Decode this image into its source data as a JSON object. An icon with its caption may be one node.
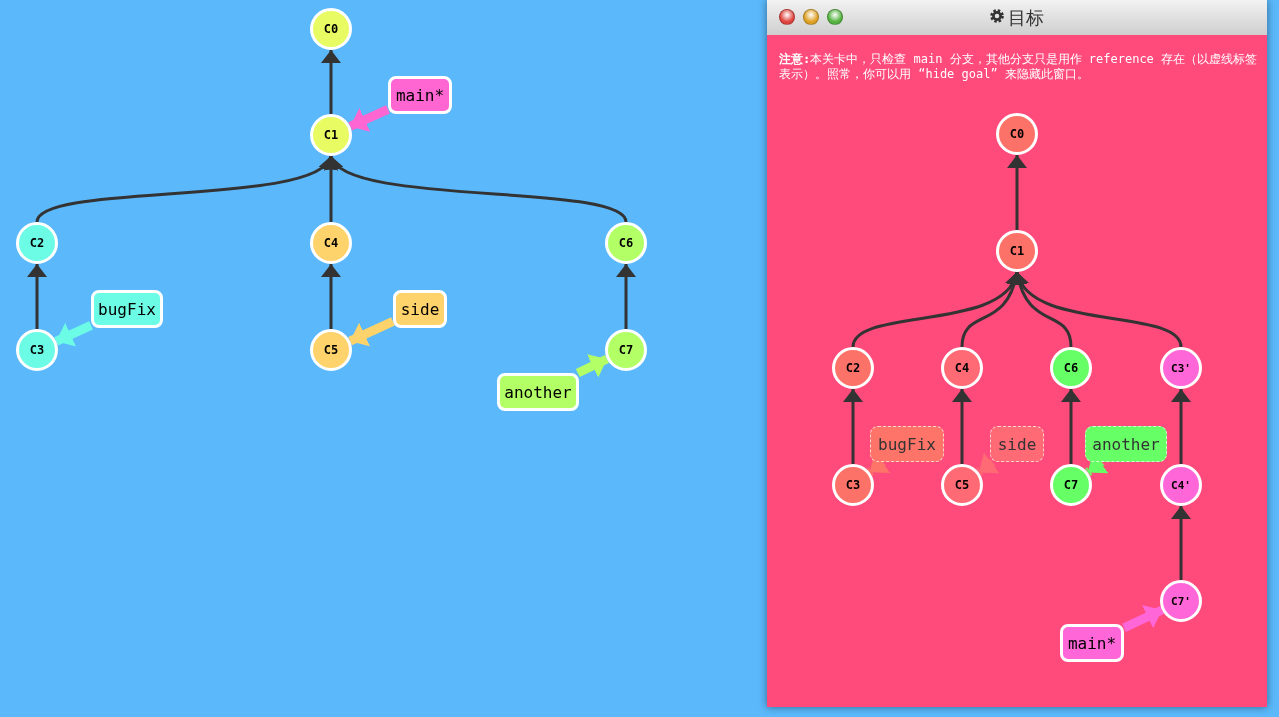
{
  "diagram": {
    "nodes": [
      {
        "text": [
          "C0"
        ]
      },
      {
        "text": [
          "C1"
        ]
      },
      {
        "text": [
          "C2"
        ]
      },
      {
        "text": [
          "C4"
        ]
      },
      {
        "text": [
          "C6"
        ]
      },
      {
        "text": [
          "C3"
        ]
      },
      {
        "text": [
          "C5"
        ]
      },
      {
        "text": [
          "C7"
        ]
      },
      {
        "text": [
          "main*"
        ]
      },
      {
        "text": [
          "bugFix"
        ]
      },
      {
        "text": [
          "side"
        ]
      },
      {
        "text": [
          "another"
        ]
      },
      {
        "text": [
          "目标",
          "**注意:**本关卡中，只检查 main 分支，其他分支只是用作 reference 存在（以虚线标签表示）。照常，你可以用 “hide goal” 来隐藏此窗口。"
        ]
      },
      {
        "text": [
          "C0"
        ],
        "in": 12
      },
      {
        "text": [
          "C1"
        ],
        "in": 12
      },
      {
        "text": [
          "C2"
        ],
        "in": 12
      },
      {
        "text": [
          "C4"
        ],
        "in": 12
      },
      {
        "text": [
          "C6"
        ],
        "in": 12
      },
      {
        "text": [
          "C3'"
        ],
        "in": 12
      },
      {
        "text": [
          "C3"
        ],
        "in": 12
      },
      {
        "text": [
          "C5"
        ],
        "in": 12
      },
      {
        "text": [
          "C7"
        ],
        "in": 12
      },
      {
        "text": [
          "C4'"
        ],
        "in": 12
      },
      {
        "text": [
          "C7'"
        ],
        "in": 12
      },
      {
        "text": [
          "bugFix"
        ],
        "in": 12
      },
      {
        "text": [
          "side"
        ],
        "in": 12
      },
      {
        "text": [
          "another"
        ],
        "in": 12
      },
      {
        "text": [
          "main*"
        ],
        "in": 12
      }
    ],
    "edges": [
      {
        "from": 1,
        "to": 0,
        "arrow": "to"
      },
      {
        "from": 2,
        "to": 1,
        "arrow": "to"
      },
      {
        "from": 3,
        "to": 1,
        "arrow": "to"
      },
      {
        "from": 4,
        "to": 1,
        "arrow": "to"
      },
      {
        "from": 5,
        "to": 2,
        "arrow": "to"
      },
      {
        "from": 6,
        "to": 3,
        "arrow": "to"
      },
      {
        "from": 7,
        "to": 4,
        "arrow": "to"
      },
      {
        "from": 8,
        "to": 1,
        "arrow": "to",
        "style": "thick",
        "color": "#ff66d1"
      },
      {
        "from": 9,
        "to": 5,
        "arrow": "to",
        "style": "thick",
        "color": "#6cfce6"
      },
      {
        "from": 10,
        "to": 6,
        "arrow": "to",
        "style": "thick",
        "color": "#ffd36b"
      },
      {
        "from": 11,
        "to": 7,
        "arrow": "to",
        "style": "thick",
        "color": "#b2ff66"
      },
      {
        "from": 14,
        "to": 13,
        "arrow": "to"
      },
      {
        "from": 15,
        "to": 14,
        "arrow": "to"
      },
      {
        "from": 16,
        "to": 14,
        "arrow": "to"
      },
      {
        "from": 17,
        "to": 14,
        "arrow": "to"
      },
      {
        "from": 18,
        "to": 14,
        "arrow": "to"
      },
      {
        "from": 19,
        "to": 15,
        "arrow": "to"
      },
      {
        "from": 20,
        "to": 16,
        "arrow": "to"
      },
      {
        "from": 21,
        "to": 17,
        "arrow": "to"
      },
      {
        "from": 22,
        "to": 18,
        "arrow": "to"
      },
      {
        "from": 23,
        "to": 22,
        "arrow": "to"
      },
      {
        "from": 24,
        "to": 19,
        "arrow": "to",
        "style": "dashed",
        "color": "#ff7468"
      },
      {
        "from": 25,
        "to": 20,
        "arrow": "to",
        "style": "dashed",
        "color": "#ff6a75"
      },
      {
        "from": 26,
        "to": 21,
        "arrow": "to",
        "style": "dashed",
        "color": "#66ff66"
      },
      {
        "from": 27,
        "to": 23,
        "arrow": "to",
        "style": "thick",
        "color": "#ff66d8"
      }
    ]
  }
}
